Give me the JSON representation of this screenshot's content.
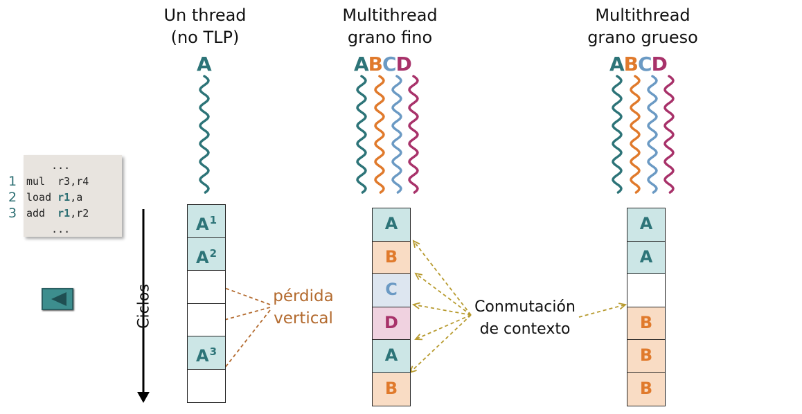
{
  "colors": {
    "A": "#2d7478",
    "B": "#e07a2c",
    "C": "#6b9ac4",
    "D": "#a8326a",
    "A_fill": "#cce6e6",
    "B_fill": "#f9dcc4",
    "C_fill": "#dde6f0",
    "D_fill": "#f0d2e0",
    "loss_arrow": "#b36a2e",
    "ctx_arrow": "#b79a2e"
  },
  "columns": [
    {
      "title": "Un thread\n(no TLP)",
      "threads": [
        "A"
      ]
    },
    {
      "title": "Multithread\ngrano fino",
      "threads": [
        "A",
        "B",
        "C",
        "D"
      ]
    },
    {
      "title": "Multithread\ngrano grueso",
      "threads": [
        "A",
        "B",
        "C",
        "D"
      ]
    }
  ],
  "code": {
    "lines": [
      {
        "num": "",
        "text": "    ..."
      },
      {
        "num": "1",
        "op": "mul",
        "args_pre": "  r3,r4",
        "reg": "",
        "args_post": ""
      },
      {
        "num": "2",
        "op": "load",
        "args_pre": " ",
        "reg": "r1",
        "args_post": ",a"
      },
      {
        "num": "3",
        "op": "add",
        "args_pre": "  ",
        "reg": "r1",
        "args_post": ",r2"
      },
      {
        "num": "",
        "text": "    ..."
      }
    ]
  },
  "axis_label": "Ciclos",
  "single_thread_cells": [
    {
      "letter": "A",
      "sup": "1"
    },
    {
      "letter": "A",
      "sup": "2"
    },
    {
      "letter": "",
      "sup": ""
    },
    {
      "letter": "",
      "sup": ""
    },
    {
      "letter": "A",
      "sup": "3"
    },
    {
      "letter": "",
      "sup": ""
    }
  ],
  "fine_cells": [
    "A",
    "B",
    "C",
    "D",
    "A",
    "B"
  ],
  "coarse_cells": [
    "A",
    "A",
    "",
    "B",
    "B",
    "B"
  ],
  "loss_label": "pérdida\nvertical",
  "context_label": "Conmutación\nde contexto"
}
